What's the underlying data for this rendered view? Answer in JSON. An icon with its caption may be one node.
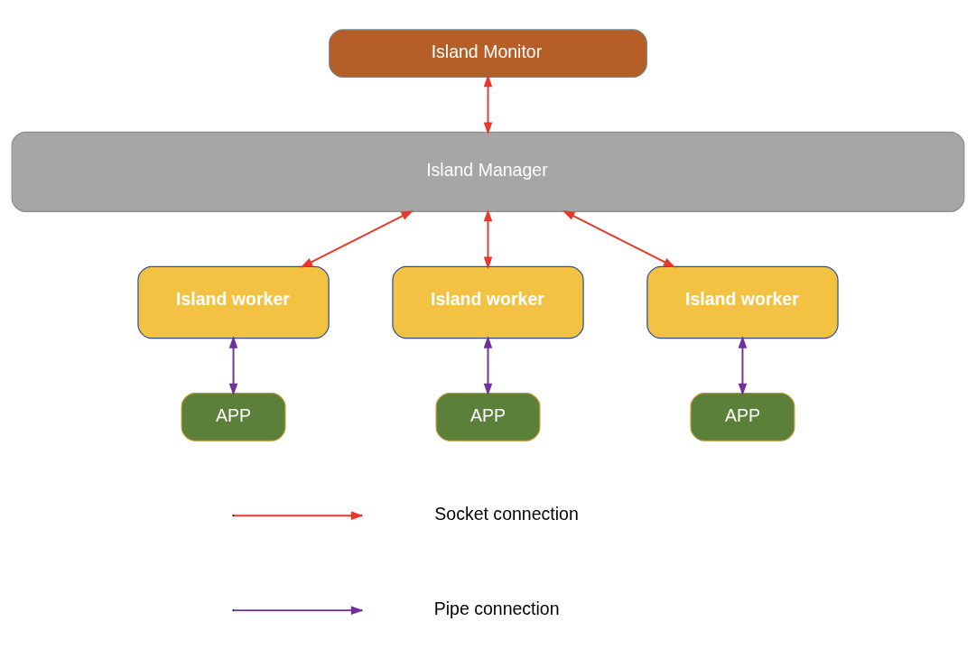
{
  "diagram": {
    "nodes": [
      {
        "text": [
          "Island Monitor"
        ]
      },
      {
        "text": [
          "Island Manager"
        ]
      },
      {
        "text": [
          "Island worker"
        ]
      },
      {
        "text": [
          "Island worker"
        ]
      },
      {
        "text": [
          "Island worker"
        ]
      },
      {
        "text": [
          "APP"
        ]
      },
      {
        "text": [
          "APP"
        ]
      },
      {
        "text": [
          "APP"
        ]
      }
    ],
    "edges": [
      {
        "from": 0,
        "to": 1,
        "arrow": "both"
      },
      {
        "from": 1,
        "to": 2,
        "arrow": "both"
      },
      {
        "from": 1,
        "to": 3,
        "arrow": "both"
      },
      {
        "from": 1,
        "to": 4,
        "arrow": "both"
      },
      {
        "from": 2,
        "to": 5,
        "arrow": "both",
        "color": "#7030a0"
      },
      {
        "from": 3,
        "to": 6,
        "arrow": "both",
        "color": "#7030a0"
      },
      {
        "from": 4,
        "to": 7,
        "arrow": "both",
        "color": "#7030a0"
      }
    ],
    "legend": [
      {
        "text": "Socket connection"
      },
      {
        "text": "Pipe connection"
      }
    ]
  }
}
